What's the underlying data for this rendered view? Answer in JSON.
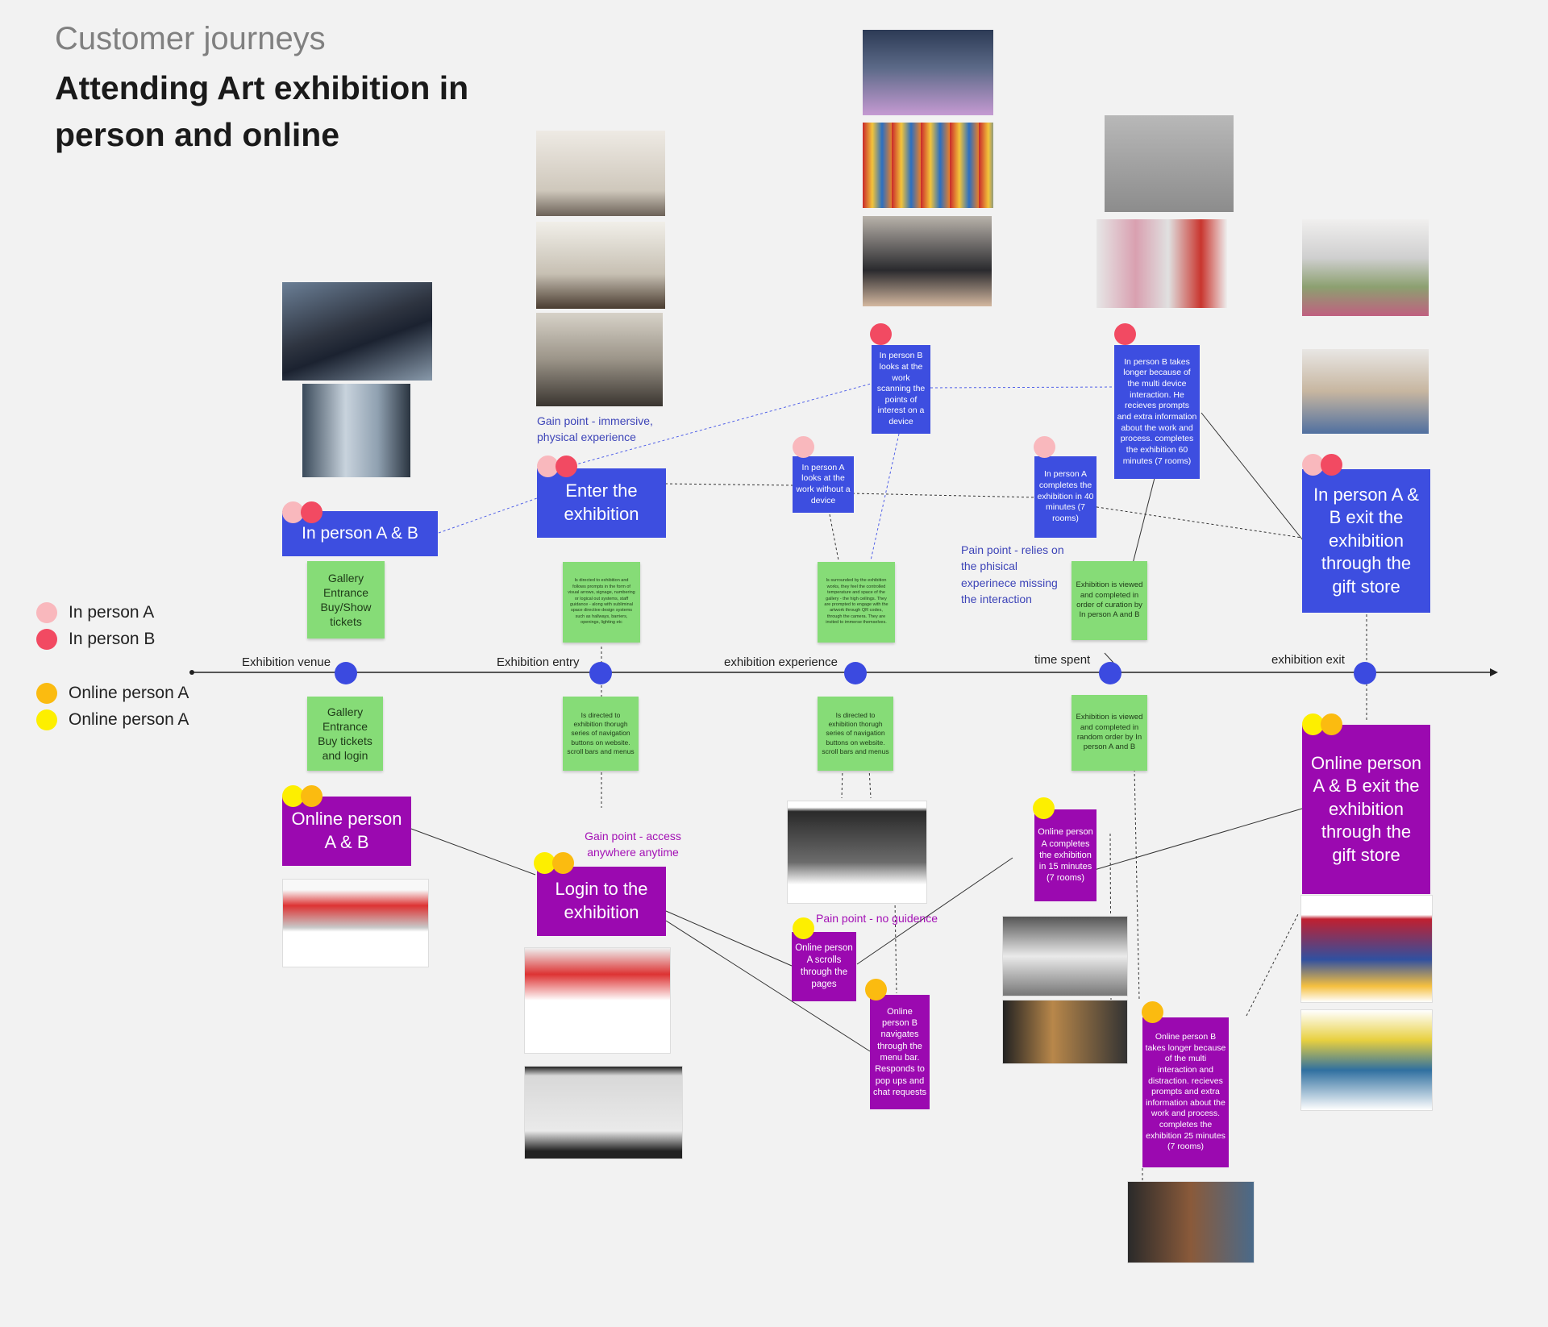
{
  "header": {
    "subtitle": "Customer journeys",
    "title": "Attending Art exhibition in person and online"
  },
  "legend": [
    {
      "label": "In person A",
      "color": "#f9b8bd"
    },
    {
      "label": "In person B",
      "color": "#f24a62"
    },
    {
      "label": "Online person A",
      "color": "#fbbb10"
    },
    {
      "label": "Online person A",
      "color": "#fdef00"
    }
  ],
  "stages": [
    "Exhibition venue",
    "Exhibition entry",
    "exhibition experience",
    "time spent",
    "exhibition exit"
  ],
  "in_person": {
    "personas": [
      "In person A & B",
      "Enter the exhibition",
      "In person A looks at the work without a device",
      "In person B looks at the work scanning the points of interest on a device",
      "In person A completes the exhibition in 40 minutes (7 rooms)",
      "In person B takes longer because of the multi device interaction. He recieves prompts and extra information about the work and process. completes the exhibition 60 minutes (7 rooms)",
      "In person A & B exit the exhibition through the gift store"
    ],
    "actions": [
      "Gallery Entrance Buy/Show tickets",
      "Is directed to exhibition and follows prompts in the form of visual arrows, signage, numbering or logical out systems, staff guidance - along with subliminal space directive design systems such as hallways, barriers, openings, lighting etc",
      "Is surrounded by the exhibition works, they feel the controlled temperature and space of the gallery - the high ceilings. They are prompted to engage with the artwork through QR codes, through the camera. They are invited to immerse themselves.",
      "Exhibition is viewed and completed in order of curation by In person A and B"
    ],
    "notes": [
      "Gain point - immersive, physical experience",
      "Pain point - relies on the phisical experinece missing the interaction"
    ]
  },
  "online": {
    "personas": [
      "Online person A & B",
      "Login to the exhibition",
      "Online person A scrolls through the pages",
      "Online person B navigates through the menu bar. Responds to pop ups and chat requests",
      "Online person A completes the exhibition in 15 minutes (7 rooms)",
      "Online person B takes longer because of the multi interaction and distraction. recieves prompts and extra information about the work and process. completes the exhibition 25 minutes (7 rooms)",
      "Online person A & B exit the exhibition through the gift store"
    ],
    "actions": [
      "Gallery Entrance Buy tickets and login",
      "Is directed to exhibition thorugh series of navigation buttons on website. scroll bars and menus",
      "Is directed to exhibition thorugh series of navigation buttons on website. scroll bars and menus",
      "Exhibition is viewed and completed in random order by In person A and B"
    ],
    "notes": [
      "Gain point - access anywhere anytime",
      "Pain point - no guidence"
    ]
  }
}
